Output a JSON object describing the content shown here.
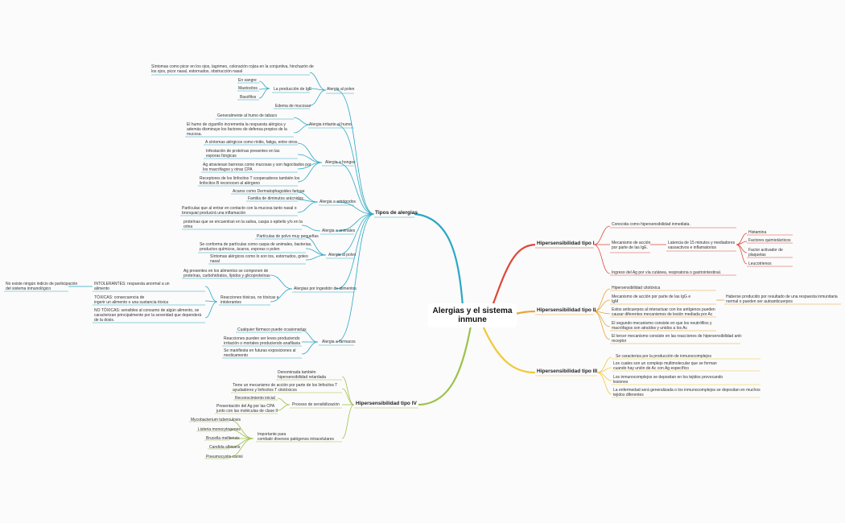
{
  "title": "Alergias y el sistema inmune",
  "colors": {
    "teal": "#2aa7c4",
    "green": "#9dc24a",
    "red": "#e0463a",
    "orange": "#e8a43a",
    "yellow": "#f0c93a"
  },
  "left": {
    "tipos": {
      "label": "Tipos de alergias",
      "polen": {
        "label": "Alergia al polen",
        "sintomas": "Síntomas como  picor en los ojos, lagrimeo, coloración rojiza en la conjuntiva, hinchazón de\nlos ojos, picor nasal, estornudos, obstrucción nasal",
        "ige": "La producción de IgE",
        "ige_items": [
          "En sangre",
          "Mastocitos",
          "Basófilos"
        ],
        "edema": "Edema de mucosas"
      },
      "humo": {
        "label": "Alergia irritante al humo",
        "items": [
          "Generalmente al humo de tabaco",
          "El humo de cigarrillo incrementa la respuesta alérgica y\nademás disminuye los factores de defensa propios de la\nmucosa."
        ]
      },
      "hongos": {
        "label": "Alergia a hongos",
        "items": [
          "A síntomas alérgicos como rinitis, fatiga, entre otros",
          "Infestación de proteínas presentes en las\nesporas fúngicas",
          "Ag atraviesan barreras como mucosas y son fagocitados por\nlos macrófagos y otras CPA",
          "Receptores de los linfocitos T cooperadores también los\nlinfocitos B reconocen al alérgeno"
        ]
      },
      "artropodos": {
        "label": "Alergia a artrópodos",
        "items": [
          "Acaros como Dermatophagoides farinae",
          "Familia de diminutos arácnidos",
          "Partículas que al entrar en contacto con la mucosa tanto nasal o\nbronquial producirá una inflamación"
        ]
      },
      "animales": {
        "label": "Alergia a animales",
        "items": [
          "proteínas que se encuentran en la saliva, caspa o epitelio y/o en la\norina"
        ]
      },
      "polvo": {
        "label": "Alergia al polvo",
        "items": [
          "Partículas de polvo muy pequeñas",
          "Se conforma de partículas como caspa de animales, bacterias,\nproductos químicos, ácaros, esporas o polen",
          "Síntomas alérgicos como lo son tos, estornudos, goteo\nnasal"
        ]
      },
      "ingestion": {
        "label": "Alergias por ingestión de alimentos",
        "items": [
          "Ag presentes en los alimentos se componen de\nproteínas, carbohidratos, lípidos y glicoproteínas"
        ],
        "reacciones": "Reacciones tóxicas, no tóxicas e\nintolerantes",
        "sub": [
          "INTOLERANTES:  respuesta anormal a un\nalimento",
          "TÓXICAS: consecuencia de\ningerir un alimento o una sustancia tóxica",
          "NO TÓXICAS: sensibles al consumo de algún alimento, se\ncaracterizan principalmente por la severidad que dependerá\nde la dosis."
        ],
        "intol_note": "No existe ningún indicio de participación\ndel sistema inmunológico"
      },
      "farmacos": {
        "label": "Alergia a fármacos",
        "items": [
          "Cualquier fármaco puede ocasionarlas",
          "Reacciones pueden ser leves produciendo\nirritación o mortales produciendo anafilaxia",
          "Se manifiesta en futuras exposiciones al\nmedicamento"
        ]
      }
    },
    "tipo4": {
      "label": "Hipersensibilidad tipo IV",
      "items": [
        "Denominada también\nhipersensibilidad retardada",
        "Tiene un mecanismo de acción por parte de los linfocitos T\nayudadores y linfocitos T citotóxicos"
      ],
      "proceso": "Proceso de sensibilización",
      "proceso_items": [
        "Reconocimiento inicial",
        "Presentación del Ag por las CPA\njunto con las moléculas de clase II"
      ],
      "patogenos": "Importante para\ncombatir diversos patógenos intracelulares",
      "patogenos_items": [
        "Mycobacterium tuberculosis",
        "Listeria monocytogenes",
        "Brucella melitensis",
        "Candida albicans",
        "Pneumocystis carinii"
      ]
    }
  },
  "right": {
    "tipo1": {
      "label": "Hipersensibilidad tipo I",
      "items": [
        "Conocida como hipersensibilidad inmediata.",
        "Mecanismo de acción\npor parte de las IgE.",
        "Ingreso del Ag por vía cutánea, respiratoria o gastrointestinal."
      ],
      "latencia": "Latencia de 15 minutos y mediadores\nvasoactivos e inflamatorios",
      "mediadores": [
        "Histamina",
        "Factores quimiotácticos",
        "Factor activador de\nplaquetas",
        "Leucotrienos"
      ]
    },
    "tipo2": {
      "label": "Hipersensibilidad tipo II",
      "items": [
        "Hipersensibilidad citotóxica",
        "Mecanismo de acción por parte de las IgG e\nIgM",
        "Estos anticuerpos al interactuar con los antígenos pueden\ncausar diferentes mecanismos de lesión mediada por Ac",
        "El segundo mecanismo consiste en que los neutrófilos y\nmacrófagos son atraídos y unidos a los Ac",
        "El tercer mecanismo consiste en las reacciones de hipersensibilidad anti-\nreceptor"
      ],
      "nota": "Haberse producido por resultado de una respuesta inmunitaria\nnormal o pueden ser autoanticuerpos"
    },
    "tipo3": {
      "label": "Hipersensibilidad tipo III",
      "items": [
        "Se caracteriza por la producción de inmunocomplejos",
        "Los cuales son un complejo multimolecular que se forman\ncuando hay unión de Ac con Ag específico",
        "Los inmunocomplejos se depositan en los tejidos provocando\nlesiones",
        "La enfermedad será generalizada o los inmunocomplejos se depositan en muchos\ntejidos diferentes"
      ]
    }
  }
}
